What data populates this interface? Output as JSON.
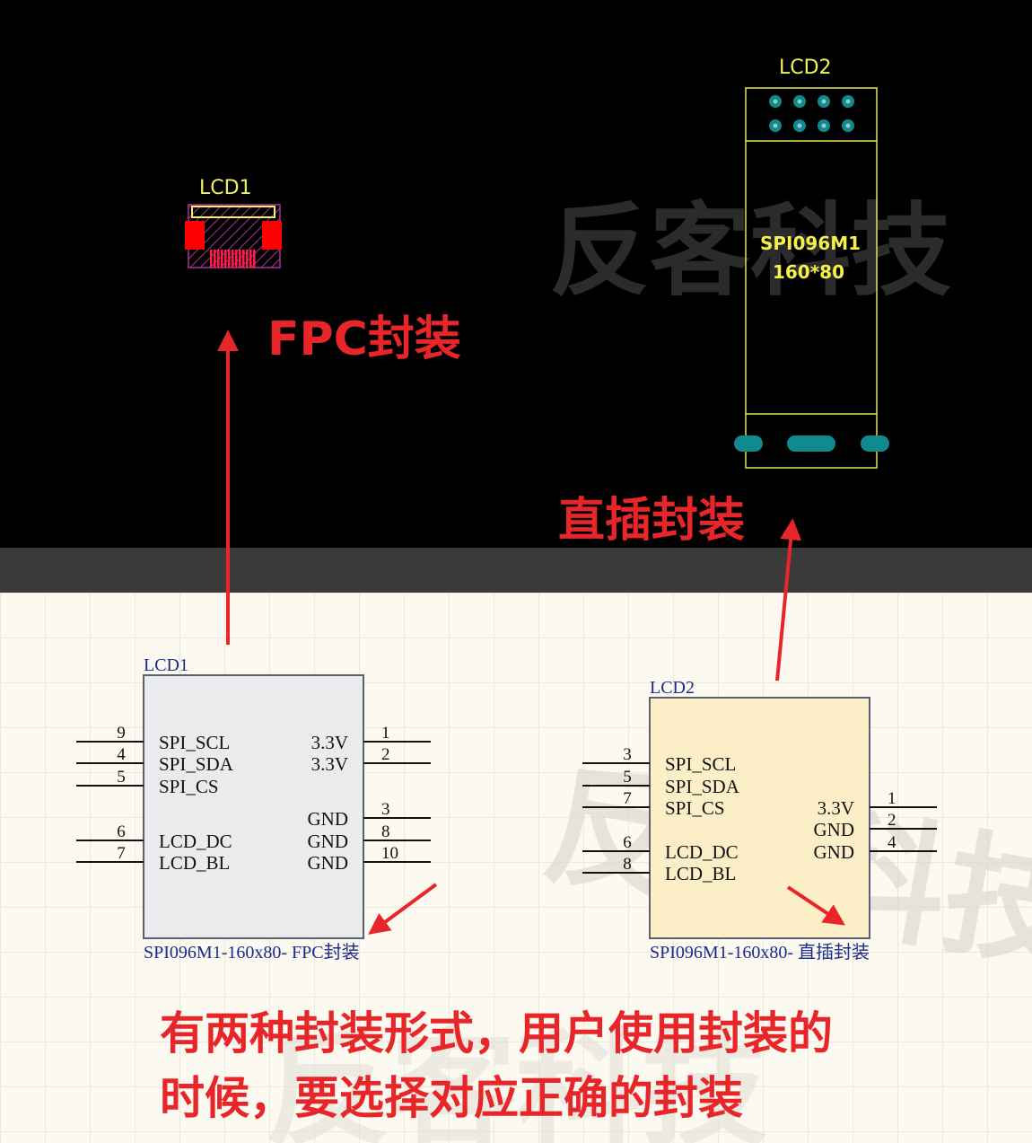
{
  "pcb_view": {
    "lcd1_label": "LCD1",
    "lcd2_label": "LCD2",
    "lcd2_silk_line1": "SPI096M1",
    "lcd2_silk_line2": "160*80",
    "watermark": "反客科技"
  },
  "callouts": {
    "fpc": "FPC封装",
    "through_hole": "直插封装"
  },
  "schematic": {
    "lcd1": {
      "designator": "LCD1",
      "footprint": "SPI096M1-160x80- FPC封装",
      "left_pins": [
        {
          "num": "9",
          "name": "SPI_SCL"
        },
        {
          "num": "4",
          "name": "SPI_SDA"
        },
        {
          "num": "5",
          "name": "SPI_CS"
        },
        {
          "num": "6",
          "name": "LCD_DC"
        },
        {
          "num": "7",
          "name": "LCD_BL"
        }
      ],
      "right_pins": [
        {
          "num": "1",
          "name": "3.3V"
        },
        {
          "num": "2",
          "name": "3.3V"
        },
        {
          "num": "3",
          "name": "GND"
        },
        {
          "num": "8",
          "name": "GND"
        },
        {
          "num": "10",
          "name": "GND"
        }
      ]
    },
    "lcd2": {
      "designator": "LCD2",
      "footprint": "SPI096M1-160x80- 直插封装",
      "left_pins": [
        {
          "num": "3",
          "name": "SPI_SCL"
        },
        {
          "num": "5",
          "name": "SPI_SDA"
        },
        {
          "num": "7",
          "name": "SPI_CS"
        },
        {
          "num": "6",
          "name": "LCD_DC"
        },
        {
          "num": "8",
          "name": "LCD_BL"
        }
      ],
      "right_pins": [
        {
          "num": "1",
          "name": "3.3V"
        },
        {
          "num": "2",
          "name": "GND"
        },
        {
          "num": "4",
          "name": "GND"
        }
      ]
    },
    "watermark": "反客科技"
  },
  "note": {
    "line1": "有两种封装形式，用户使用封装的",
    "line2": "时候，要选择对应正确的封装"
  },
  "colors": {
    "callout_red": "#e8262a",
    "silk_yellow": "#f2f25a",
    "pad_red": "#ff0000",
    "pad_teal": "#0f8a8f",
    "lcd1_body": "#e9ebec",
    "lcd2_body": "#fcefc8",
    "schematic_blue": "#1c2a8c"
  }
}
